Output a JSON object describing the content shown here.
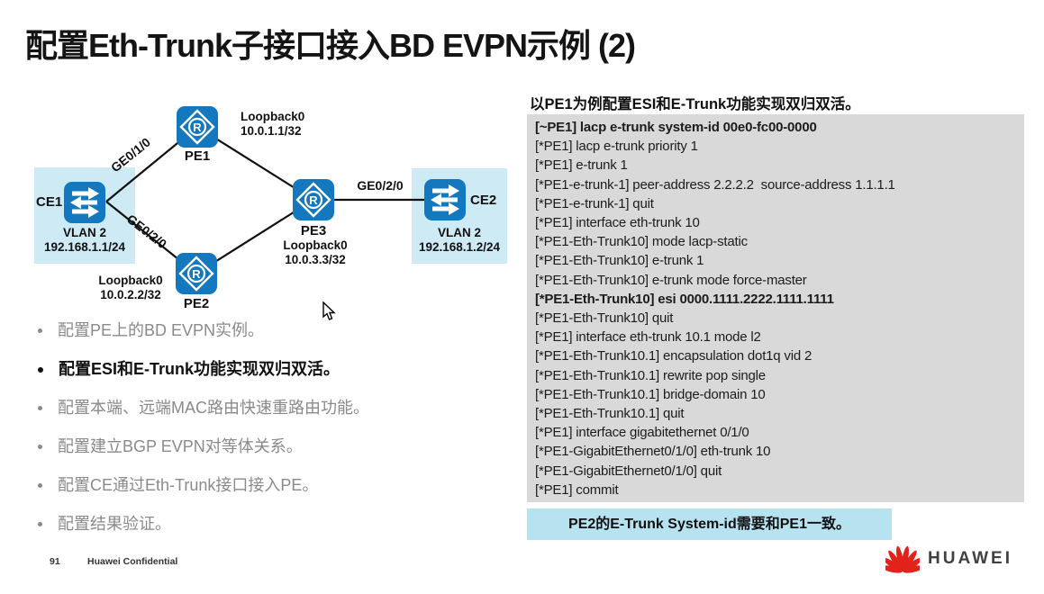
{
  "slide": {
    "title": "配置Eth-Trunk子接口接入BD EVPN示例 (2)",
    "page_number": "91",
    "confidential": "Huawei Confidential",
    "brand": "HUAWEI"
  },
  "colors": {
    "node_blue": "#1478be",
    "highlight_blue": "#cdeaf5",
    "code_bg": "#d9d9d9",
    "note_bg": "#b7e2ef",
    "huawei_red": "#e2231a",
    "muted_text": "#8a8a8a"
  },
  "icons": {
    "router": "router-icon",
    "switch": "switch-icon",
    "cursor": "mouse-cursor-icon",
    "logo": "huawei-logo-icon"
  },
  "diagram": {
    "nodes": {
      "ce1": {
        "label": "CE1",
        "line1": "VLAN 2",
        "line2": "192.168.1.1/24"
      },
      "pe1": {
        "label": "PE1",
        "line1": "Loopback0",
        "line2": "10.0.1.1/32"
      },
      "pe2": {
        "label": "PE2",
        "line1": "Loopback0",
        "line2": "10.0.2.2/32"
      },
      "pe3": {
        "label": "PE3",
        "line1": "Loopback0",
        "line2": "10.0.3.3/32"
      },
      "ce2": {
        "label": "CE2",
        "line1": "VLAN 2",
        "line2": "192.168.1.2/24"
      }
    },
    "links": {
      "ce1_pe1_label": "GE0/1/0",
      "ce1_pe2_label": "GE0/2/0",
      "pe3_ce2_label": "GE0/2/0"
    }
  },
  "bullets": [
    "配置PE上的BD EVPN实例。",
    "配置ESI和E-Trunk功能实现双归双活。",
    "配置本端、远端MAC路由快速重路由功能。",
    "配置建立BGP EVPN对等体关系。",
    "配置CE通过Eth-Trunk接口接入PE。",
    "配置结果验证。"
  ],
  "panel": {
    "heading": "以PE1为例配置ESI和E-Trunk功能实现双归双活。",
    "code_lines": [
      "[~PE1] lacp e-trunk system-id 00e0-fc00-0000",
      "[*PE1] lacp e-trunk priority 1",
      "[*PE1] e-trunk 1",
      "[*PE1-e-trunk-1] peer-address 2.2.2.2  source-address 1.1.1.1",
      "[*PE1-e-trunk-1] quit",
      "[*PE1] interface eth-trunk 10",
      "[*PE1-Eth-Trunk10] mode lacp-static",
      "[*PE1-Eth-Trunk10] e-trunk 1",
      "[*PE1-Eth-Trunk10] e-trunk mode force-master",
      "[*PE1-Eth-Trunk10] esi 0000.1111.2222.1111.1111",
      "[*PE1-Eth-Trunk10] quit",
      "[*PE1] interface eth-trunk 10.1 mode l2",
      "[*PE1-Eth-Trunk10.1] encapsulation dot1q vid 2",
      "[*PE1-Eth-Trunk10.1] rewrite pop single",
      "[*PE1-Eth-Trunk10.1] bridge-domain 10",
      "[*PE1-Eth-Trunk10.1] quit",
      "[*PE1] interface gigabitethernet 0/1/0",
      "[*PE1-GigabitEthernet0/1/0] eth-trunk 10",
      "[*PE1-GigabitEthernet0/1/0] quit",
      "[*PE1] commit"
    ],
    "note": "PE2的E-Trunk System-id需要和PE1一致。"
  }
}
